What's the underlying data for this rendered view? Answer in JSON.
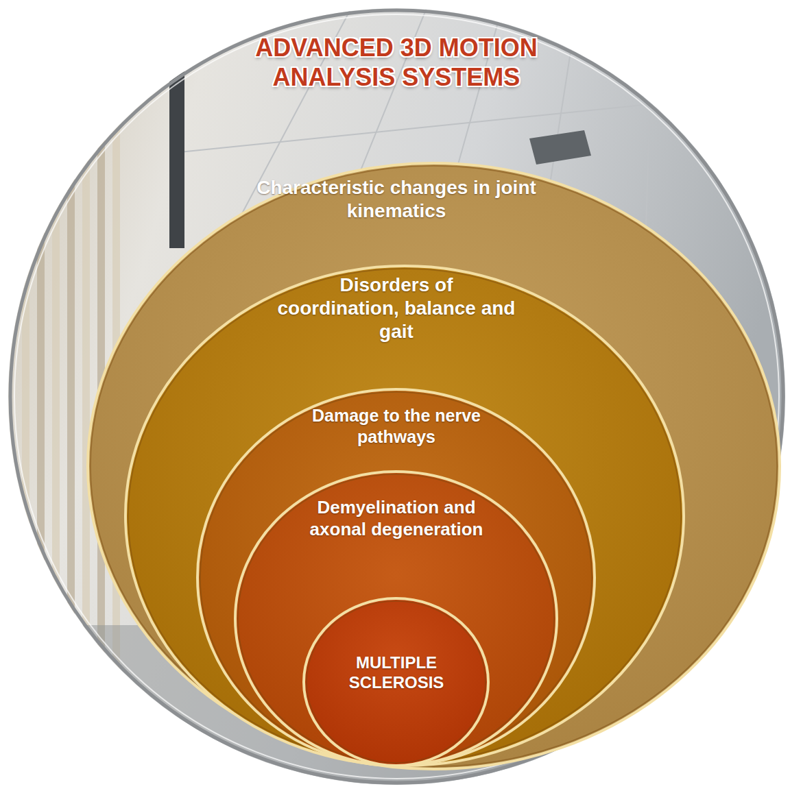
{
  "diagram": {
    "nodes": [
      {
        "text": [
          "ADVANCED 3D MOTION ANALYSIS SYSTEMS"
        ]
      },
      {
        "text": [
          "Characteristic changes in joint kinematics"
        ],
        "in": 0
      },
      {
        "text": [
          "Disorders of coordination, balance and gait"
        ],
        "in": 1
      },
      {
        "text": [
          "Damage to the nerve pathways"
        ],
        "in": 2
      },
      {
        "text": [
          "Demyelination and axonal degeneration"
        ],
        "in": 3
      },
      {
        "text": [
          "MULTIPLE SCLEROSIS"
        ],
        "in": 4
      }
    ]
  }
}
